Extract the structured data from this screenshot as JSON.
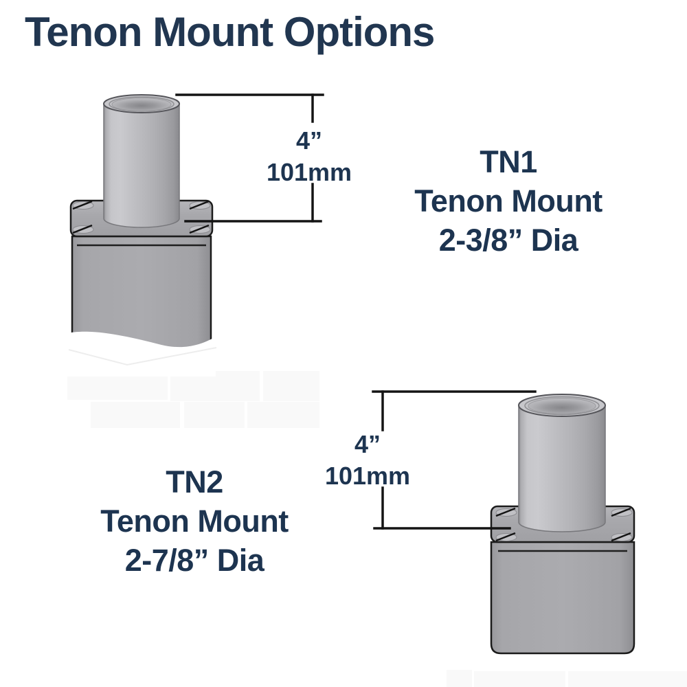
{
  "title": "Tenon Mount Options",
  "colors": {
    "heading_navy": "#213650",
    "label_navy": "#1d3450",
    "dimension_line": "#141414",
    "metal_light": "#c6c6ca",
    "metal_mid": "#b2b2b6",
    "metal_dark": "#9a9a9e"
  },
  "mounts": [
    {
      "id": "TN1",
      "type_label": "Tenon Mount",
      "diameter": "2-3/8” Dia",
      "height_in": "4”",
      "height_mm": "101mm"
    },
    {
      "id": "TN2",
      "type_label": "Tenon Mount",
      "diameter": "2-7/8” Dia",
      "height_in": "4”",
      "height_mm": "101mm"
    }
  ]
}
